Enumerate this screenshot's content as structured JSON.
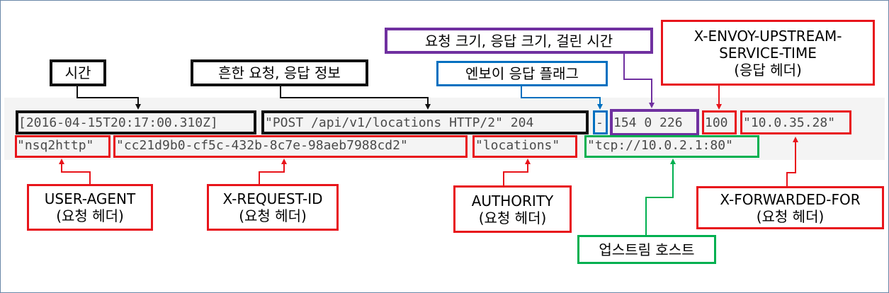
{
  "log": {
    "line1": {
      "time": "[2016-04-15T20:17:00.310Z]",
      "request": "\"POST /api/v1/locations HTTP/2\" 204",
      "flags": "-",
      "sizes": "154 0 226",
      "upstream_time": "100",
      "forwarded_for": "\"10.0.35.28\""
    },
    "line2": {
      "user_agent": "\"nsq2http\"",
      "request_id": "\"cc21d9b0-cf5c-432b-8c7e-98aeb7988cd2\"",
      "authority": "\"locations\"",
      "upstream_host": "\"tcp://10.0.2.1:80\""
    }
  },
  "labels": {
    "time": "시간",
    "common": "흔한 요청, 응답 정보",
    "flags": "엔보이 응답 플래그",
    "sizes": "요청 크기, 응답 크기, 걸린 시간",
    "upstream_time": {
      "line1": "X-ENVOY-UPSTREAM-",
      "line2": "SERVICE-TIME",
      "line3": "(응답 헤더)"
    },
    "user_agent": {
      "line1": "USER-AGENT",
      "line2": "(요청 헤더)"
    },
    "request_id": {
      "line1": "X-REQUEST-ID",
      "line2": "(요청 헤더)"
    },
    "authority": {
      "line1": "AUTHORITY",
      "line2": "(요청 헤더)"
    },
    "upstream_host": "업스트림 호스트",
    "forwarded_for": {
      "line1": "X-FORWARDED-FOR",
      "line2": "(요청 헤더)"
    }
  },
  "colors": {
    "black": "#111111",
    "purple": "#7030a0",
    "blue": "#0070c0",
    "red": "#e8141b",
    "green": "#00b050"
  }
}
